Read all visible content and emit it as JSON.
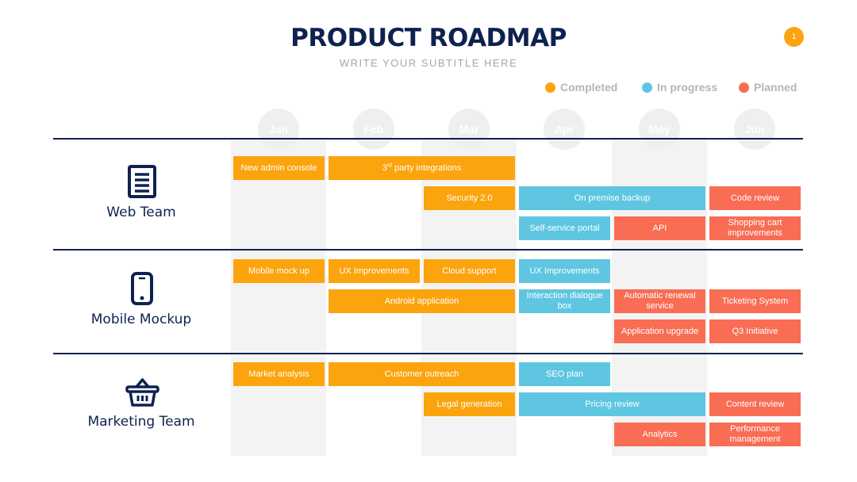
{
  "header": {
    "title": "PRODUCT ROADMAP",
    "subtitle": "WRITE YOUR SUBTITLE HERE",
    "page_number": "1"
  },
  "legend": [
    {
      "label": "Completed",
      "status": "completed",
      "color": "#fba40d"
    },
    {
      "label": "In progress",
      "status": "in-progress",
      "color": "#5ec6e1"
    },
    {
      "label": "Planned",
      "status": "planned",
      "color": "#f86d54"
    }
  ],
  "months": [
    "Jan",
    "Feb",
    "Mar",
    "Apr",
    "May",
    "Jun"
  ],
  "groups": [
    {
      "label": "Web Team",
      "icon": "document-icon",
      "tasks": [
        {
          "label": "New admin console",
          "status": "completed",
          "start": 0,
          "span": 1,
          "row": 0
        },
        {
          "label": "party integrations",
          "prefix": "3",
          "sup": "rd",
          "status": "completed",
          "start": 1,
          "span": 2,
          "row": 0
        },
        {
          "label": "Security 2.0",
          "status": "completed",
          "start": 2,
          "span": 1,
          "row": 1
        },
        {
          "label": "On premise backup",
          "status": "in-progress",
          "start": 3,
          "span": 2,
          "row": 1
        },
        {
          "label": "Code review",
          "status": "planned",
          "start": 5,
          "span": 1,
          "row": 1
        },
        {
          "label": "Self-service portal",
          "status": "in-progress",
          "start": 3,
          "span": 1,
          "row": 2
        },
        {
          "label": "API",
          "status": "planned",
          "start": 4,
          "span": 1,
          "row": 2
        },
        {
          "label": "Shopping cart improvements",
          "status": "planned",
          "start": 5,
          "span": 1,
          "row": 2
        }
      ]
    },
    {
      "label": "Mobile Mockup",
      "icon": "smartphone-icon",
      "tasks": [
        {
          "label": "Mobile mock up",
          "status": "completed",
          "start": 0,
          "span": 1,
          "row": 0
        },
        {
          "label": "UX Improvements",
          "status": "completed",
          "start": 1,
          "span": 1,
          "row": 0
        },
        {
          "label": "Cloud support",
          "status": "completed",
          "start": 2,
          "span": 1,
          "row": 0
        },
        {
          "label": "UX Improvements",
          "status": "in-progress",
          "start": 3,
          "span": 1,
          "row": 0
        },
        {
          "label": "Android application",
          "status": "completed",
          "start": 1,
          "span": 2,
          "row": 1
        },
        {
          "label": "Interaction dialogue box",
          "status": "in-progress",
          "start": 3,
          "span": 1,
          "row": 1
        },
        {
          "label": "Automatic renewal service",
          "status": "planned",
          "start": 4,
          "span": 1,
          "row": 1
        },
        {
          "label": "Ticketing System",
          "status": "planned",
          "start": 5,
          "span": 1,
          "row": 1
        },
        {
          "label": "Application upgrade",
          "status": "planned",
          "start": 4,
          "span": 1,
          "row": 2
        },
        {
          "label": "Q3 Initiative",
          "status": "planned",
          "start": 5,
          "span": 1,
          "row": 2
        }
      ]
    },
    {
      "label": "Marketing Team",
      "icon": "basket-icon",
      "tasks": [
        {
          "label": "Market analysis",
          "status": "completed",
          "start": 0,
          "span": 1,
          "row": 0
        },
        {
          "label": "Customer outreach",
          "status": "completed",
          "start": 1,
          "span": 2,
          "row": 0
        },
        {
          "label": "SEO plan",
          "status": "in-progress",
          "start": 3,
          "span": 1,
          "row": 0
        },
        {
          "label": "Legal generation",
          "status": "completed",
          "start": 2,
          "span": 1,
          "row": 1
        },
        {
          "label": "Pricing review",
          "status": "in-progress",
          "start": 3,
          "span": 2,
          "row": 1
        },
        {
          "label": "Content review",
          "status": "planned",
          "start": 5,
          "span": 1,
          "row": 1
        },
        {
          "label": "Analytics",
          "status": "planned",
          "start": 4,
          "span": 1,
          "row": 2
        },
        {
          "label": "Performance management",
          "status": "planned",
          "start": 5,
          "span": 1,
          "row": 2
        }
      ]
    }
  ]
}
